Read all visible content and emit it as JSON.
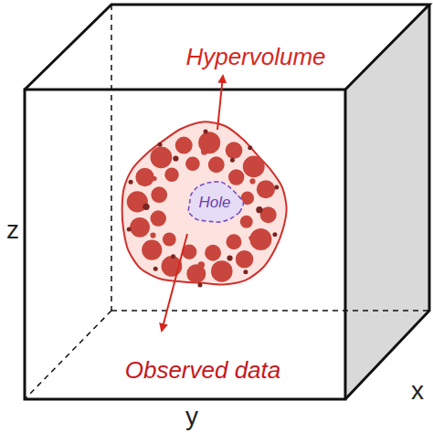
{
  "diagram": {
    "nodes": [
      {
        "text": [
          "Hole"
        ]
      }
    ],
    "labels": [
      "Hypervolume",
      "Observed data",
      "z",
      "y",
      "x"
    ]
  }
}
